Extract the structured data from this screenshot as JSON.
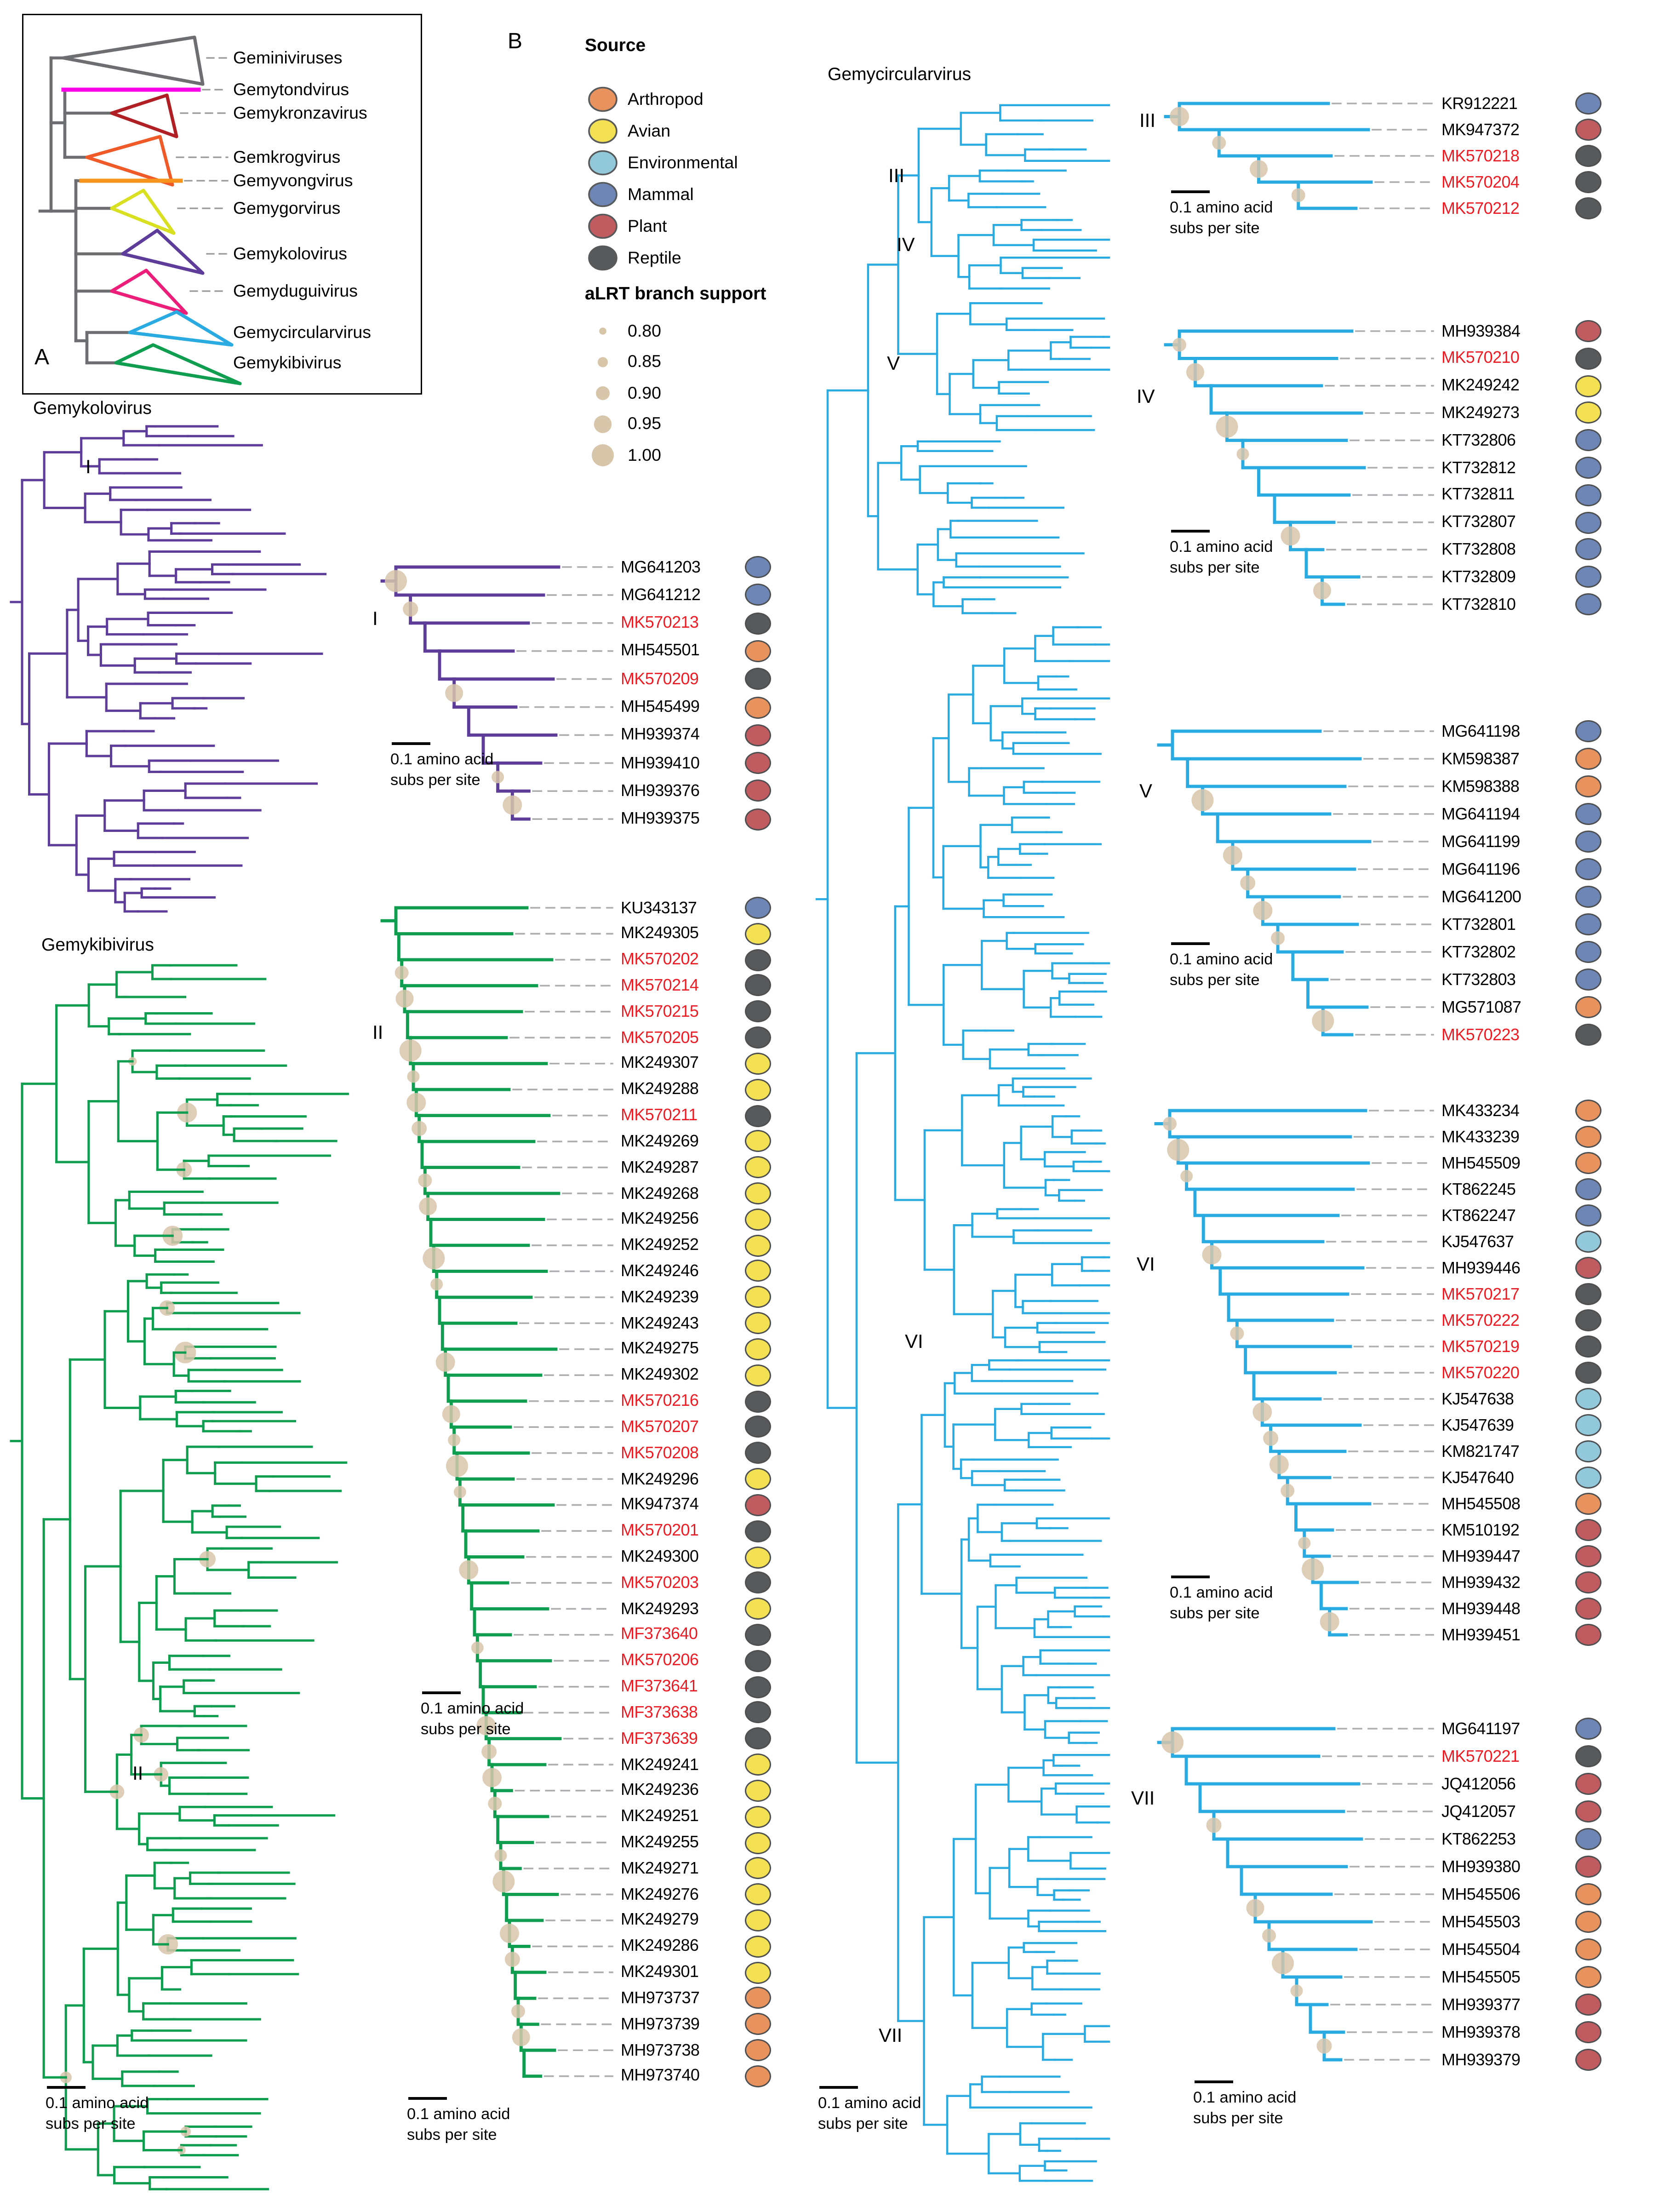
{
  "figure": {
    "panel_a_label": "A",
    "panel_b_label": "B"
  },
  "panelA": {
    "taxa": [
      {
        "name": "Geminiviruses",
        "color": "#6d6e71",
        "shape": "triangle"
      },
      {
        "name": "Gemytondvirus",
        "color": "#ff00e8",
        "shape": "line"
      },
      {
        "name": "Gemykronzavirus",
        "color": "#b01f24",
        "shape": "triangle"
      },
      {
        "name": "Gemkrogvirus",
        "color": "#f05a28",
        "shape": "triangle"
      },
      {
        "name": "Gemyvongvirus",
        "color": "#f7941d",
        "shape": "line"
      },
      {
        "name": "Gemygorvirus",
        "color": "#d9e021",
        "shape": "triangle"
      },
      {
        "name": "Gemykolovirus",
        "color": "#5e3c99",
        "shape": "triangle"
      },
      {
        "name": "Gemyduguivirus",
        "color": "#ec1e79",
        "shape": "triangle"
      },
      {
        "name": "Gemycircularvirus",
        "color": "#29abe2",
        "shape": "triangle"
      },
      {
        "name": "Gemykibivirus",
        "color": "#0f9d4f",
        "shape": "triangle"
      }
    ]
  },
  "legend": {
    "source_title": "Source",
    "source_items": [
      {
        "label": "Arthropod",
        "color": "#e8925d"
      },
      {
        "label": "Avian",
        "color": "#f3e153"
      },
      {
        "label": "Environmental",
        "color": "#92c9da"
      },
      {
        "label": "Mammal",
        "color": "#6d86b6"
      },
      {
        "label": "Plant",
        "color": "#c05b5f"
      },
      {
        "label": "Reptile",
        "color": "#58595b"
      }
    ],
    "alrt_title": "aLRT branch support",
    "alrt_items": [
      {
        "value": "0.80",
        "r": 2.6
      },
      {
        "value": "0.85",
        "r": 3.7
      },
      {
        "value": "0.90",
        "r": 5.0
      },
      {
        "value": "0.95",
        "r": 6.4
      },
      {
        "value": "1.00",
        "r": 8.0
      }
    ],
    "alrt_color": "#d8c6ab"
  },
  "scale_bar": {
    "line1": "0.1 amino acid",
    "line2": "subs per site"
  },
  "novel_color": "#ec1c24",
  "big_trees": [
    {
      "title": "Gemykolovirus",
      "color": "#5e3c99",
      "clades": [
        {
          "label": "I"
        }
      ]
    },
    {
      "title": "Gemykibivirus",
      "color": "#0f9d4f",
      "clades": [
        {
          "label": "II"
        }
      ]
    },
    {
      "title": "Gemycircularvirus",
      "color": "#29abe2",
      "clades": [
        {
          "label": "III"
        },
        {
          "label": "IV"
        },
        {
          "label": "V"
        },
        {
          "label": "VI"
        },
        {
          "label": "VII"
        }
      ]
    }
  ],
  "subtrees": [
    {
      "label": "I",
      "color": "#5e3c99",
      "tips": [
        {
          "acc": "MG641203",
          "source": "Mammal",
          "novel": false
        },
        {
          "acc": "MG641212",
          "source": "Mammal",
          "novel": false
        },
        {
          "acc": "MK570213",
          "source": "Reptile",
          "novel": true
        },
        {
          "acc": "MH545501",
          "source": "Arthropod",
          "novel": false
        },
        {
          "acc": "MK570209",
          "source": "Reptile",
          "novel": true
        },
        {
          "acc": "MH545499",
          "source": "Arthropod",
          "novel": false
        },
        {
          "acc": "MH939374",
          "source": "Plant",
          "novel": false
        },
        {
          "acc": "MH939410",
          "source": "Plant",
          "novel": false
        },
        {
          "acc": "MH939376",
          "source": "Plant",
          "novel": false
        },
        {
          "acc": "MH939375",
          "source": "Plant",
          "novel": false
        }
      ]
    },
    {
      "label": "II",
      "color": "#0f9d4f",
      "tips": [
        {
          "acc": "KU343137",
          "source": "Mammal",
          "novel": false
        },
        {
          "acc": "MK249305",
          "source": "Avian",
          "novel": false
        },
        {
          "acc": "MK570202",
          "source": "Reptile",
          "novel": true
        },
        {
          "acc": "MK570214",
          "source": "Reptile",
          "novel": true
        },
        {
          "acc": "MK570215",
          "source": "Reptile",
          "novel": true
        },
        {
          "acc": "MK570205",
          "source": "Reptile",
          "novel": true
        },
        {
          "acc": "MK249307",
          "source": "Avian",
          "novel": false
        },
        {
          "acc": "MK249288",
          "source": "Avian",
          "novel": false
        },
        {
          "acc": "MK570211",
          "source": "Reptile",
          "novel": true
        },
        {
          "acc": "MK249269",
          "source": "Avian",
          "novel": false
        },
        {
          "acc": "MK249287",
          "source": "Avian",
          "novel": false
        },
        {
          "acc": "MK249268",
          "source": "Avian",
          "novel": false
        },
        {
          "acc": "MK249256",
          "source": "Avian",
          "novel": false
        },
        {
          "acc": "MK249252",
          "source": "Avian",
          "novel": false
        },
        {
          "acc": "MK249246",
          "source": "Avian",
          "novel": false
        },
        {
          "acc": "MK249239",
          "source": "Avian",
          "novel": false
        },
        {
          "acc": "MK249243",
          "source": "Avian",
          "novel": false
        },
        {
          "acc": "MK249275",
          "source": "Avian",
          "novel": false
        },
        {
          "acc": "MK249302",
          "source": "Avian",
          "novel": false
        },
        {
          "acc": "MK570216",
          "source": "Reptile",
          "novel": true
        },
        {
          "acc": "MK570207",
          "source": "Reptile",
          "novel": true
        },
        {
          "acc": "MK570208",
          "source": "Reptile",
          "novel": true
        },
        {
          "acc": "MK249296",
          "source": "Avian",
          "novel": false
        },
        {
          "acc": "MK947374",
          "source": "Plant",
          "novel": false
        },
        {
          "acc": "MK570201",
          "source": "Reptile",
          "novel": true
        },
        {
          "acc": "MK249300",
          "source": "Avian",
          "novel": false
        },
        {
          "acc": "MK570203",
          "source": "Reptile",
          "novel": true
        },
        {
          "acc": "MK249293",
          "source": "Avian",
          "novel": false
        },
        {
          "acc": "MF373640",
          "source": "Reptile",
          "novel": true
        },
        {
          "acc": "MK570206",
          "source": "Reptile",
          "novel": true
        },
        {
          "acc": "MF373641",
          "source": "Reptile",
          "novel": true
        },
        {
          "acc": "MF373638",
          "source": "Reptile",
          "novel": true
        },
        {
          "acc": "MF373639",
          "source": "Reptile",
          "novel": true
        },
        {
          "acc": "MK249241",
          "source": "Avian",
          "novel": false
        },
        {
          "acc": "MK249236",
          "source": "Avian",
          "novel": false
        },
        {
          "acc": "MK249251",
          "source": "Avian",
          "novel": false
        },
        {
          "acc": "MK249255",
          "source": "Avian",
          "novel": false
        },
        {
          "acc": "MK249271",
          "source": "Avian",
          "novel": false
        },
        {
          "acc": "MK249276",
          "source": "Avian",
          "novel": false
        },
        {
          "acc": "MK249279",
          "source": "Avian",
          "novel": false
        },
        {
          "acc": "MK249286",
          "source": "Avian",
          "novel": false
        },
        {
          "acc": "MK249301",
          "source": "Avian",
          "novel": false
        },
        {
          "acc": "MH973737",
          "source": "Arthropod",
          "novel": false
        },
        {
          "acc": "MH973739",
          "source": "Arthropod",
          "novel": false
        },
        {
          "acc": "MH973738",
          "source": "Arthropod",
          "novel": false
        },
        {
          "acc": "MH973740",
          "source": "Arthropod",
          "novel": false
        }
      ]
    },
    {
      "label": "III",
      "color": "#29abe2",
      "tips": [
        {
          "acc": "KR912221",
          "source": "Mammal",
          "novel": false
        },
        {
          "acc": "MK947372",
          "source": "Plant",
          "novel": false
        },
        {
          "acc": "MK570218",
          "source": "Reptile",
          "novel": true
        },
        {
          "acc": "MK570204",
          "source": "Reptile",
          "novel": true
        },
        {
          "acc": "MK570212",
          "source": "Reptile",
          "novel": true
        }
      ]
    },
    {
      "label": "IV",
      "color": "#29abe2",
      "tips": [
        {
          "acc": "MH939384",
          "source": "Plant",
          "novel": false
        },
        {
          "acc": "MK570210",
          "source": "Reptile",
          "novel": true
        },
        {
          "acc": "MK249242",
          "source": "Avian",
          "novel": false
        },
        {
          "acc": "MK249273",
          "source": "Avian",
          "novel": false
        },
        {
          "acc": "KT732806",
          "source": "Mammal",
          "novel": false
        },
        {
          "acc": "KT732812",
          "source": "Mammal",
          "novel": false
        },
        {
          "acc": "KT732811",
          "source": "Mammal",
          "novel": false
        },
        {
          "acc": "KT732807",
          "source": "Mammal",
          "novel": false
        },
        {
          "acc": "KT732808",
          "source": "Mammal",
          "novel": false
        },
        {
          "acc": "KT732809",
          "source": "Mammal",
          "novel": false
        },
        {
          "acc": "KT732810",
          "source": "Mammal",
          "novel": false
        }
      ]
    },
    {
      "label": "V",
      "color": "#29abe2",
      "tips": [
        {
          "acc": "MG641198",
          "source": "Mammal",
          "novel": false
        },
        {
          "acc": "KM598387",
          "source": "Arthropod",
          "novel": false
        },
        {
          "acc": "KM598388",
          "source": "Arthropod",
          "novel": false
        },
        {
          "acc": "MG641194",
          "source": "Mammal",
          "novel": false
        },
        {
          "acc": "MG641199",
          "source": "Mammal",
          "novel": false
        },
        {
          "acc": "MG641196",
          "source": "Mammal",
          "novel": false
        },
        {
          "acc": "MG641200",
          "source": "Mammal",
          "novel": false
        },
        {
          "acc": "KT732801",
          "source": "Mammal",
          "novel": false
        },
        {
          "acc": "KT732802",
          "source": "Mammal",
          "novel": false
        },
        {
          "acc": "KT732803",
          "source": "Mammal",
          "novel": false
        },
        {
          "acc": "MG571087",
          "source": "Arthropod",
          "novel": false
        },
        {
          "acc": "MK570223",
          "source": "Reptile",
          "novel": true
        }
      ]
    },
    {
      "label": "VI",
      "color": "#29abe2",
      "tips": [
        {
          "acc": "MK433234",
          "source": "Arthropod",
          "novel": false
        },
        {
          "acc": "MK433239",
          "source": "Arthropod",
          "novel": false
        },
        {
          "acc": "MH545509",
          "source": "Arthropod",
          "novel": false
        },
        {
          "acc": "KT862245",
          "source": "Mammal",
          "novel": false
        },
        {
          "acc": "KT862247",
          "source": "Mammal",
          "novel": false
        },
        {
          "acc": "KJ547637",
          "source": "Environmental",
          "novel": false
        },
        {
          "acc": "MH939446",
          "source": "Plant",
          "novel": false
        },
        {
          "acc": "MK570217",
          "source": "Reptile",
          "novel": true
        },
        {
          "acc": "MK570222",
          "source": "Reptile",
          "novel": true
        },
        {
          "acc": "MK570219",
          "source": "Reptile",
          "novel": true
        },
        {
          "acc": "MK570220",
          "source": "Reptile",
          "novel": true
        },
        {
          "acc": "KJ547638",
          "source": "Environmental",
          "novel": false
        },
        {
          "acc": "KJ547639",
          "source": "Environmental",
          "novel": false
        },
        {
          "acc": "KM821747",
          "source": "Environmental",
          "novel": false
        },
        {
          "acc": "KJ547640",
          "source": "Environmental",
          "novel": false
        },
        {
          "acc": "MH545508",
          "source": "Arthropod",
          "novel": false
        },
        {
          "acc": "KM510192",
          "source": "Plant",
          "novel": false
        },
        {
          "acc": "MH939447",
          "source": "Plant",
          "novel": false
        },
        {
          "acc": "MH939432",
          "source": "Plant",
          "novel": false
        },
        {
          "acc": "MH939448",
          "source": "Plant",
          "novel": false
        },
        {
          "acc": "MH939451",
          "source": "Plant",
          "novel": false
        }
      ]
    },
    {
      "label": "VII",
      "color": "#29abe2",
      "tips": [
        {
          "acc": "MG641197",
          "source": "Mammal",
          "novel": false
        },
        {
          "acc": "MK570221",
          "source": "Reptile",
          "novel": true
        },
        {
          "acc": "JQ412056",
          "source": "Plant",
          "novel": false
        },
        {
          "acc": "JQ412057",
          "source": "Plant",
          "novel": false
        },
        {
          "acc": "KT862253",
          "source": "Mammal",
          "novel": false
        },
        {
          "acc": "MH939380",
          "source": "Plant",
          "novel": false
        },
        {
          "acc": "MH545506",
          "source": "Arthropod",
          "novel": false
        },
        {
          "acc": "MH545503",
          "source": "Arthropod",
          "novel": false
        },
        {
          "acc": "MH545504",
          "source": "Arthropod",
          "novel": false
        },
        {
          "acc": "MH545505",
          "source": "Arthropod",
          "novel": false
        },
        {
          "acc": "MH939377",
          "source": "Plant",
          "novel": false
        },
        {
          "acc": "MH939378",
          "source": "Plant",
          "novel": false
        },
        {
          "acc": "MH939379",
          "source": "Plant",
          "novel": false
        }
      ]
    }
  ]
}
